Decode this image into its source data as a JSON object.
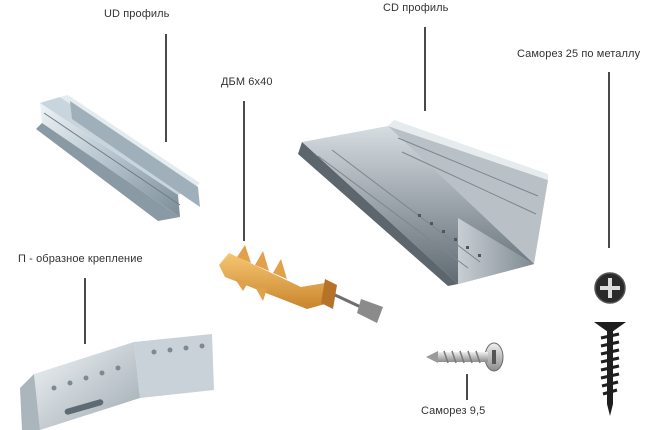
{
  "labels": {
    "ud_profile": "UD профиль",
    "cd_profile": "CD профиль",
    "screw_metal": "Саморез 25 по металлу",
    "dbm": "ДБМ 6х40",
    "p_bracket": "П - образное крепление",
    "screw_small": "Саморез 9,5"
  },
  "icons": [
    "ud-profile-icon",
    "cd-profile-icon",
    "dowel-icon",
    "p-bracket-icon",
    "drywall-screw-icon",
    "self-drilling-screw-icon"
  ],
  "colors": {
    "steel_light": "#dbe4ea",
    "steel_mid": "#a9b7c2",
    "steel_dark": "#6f7e8a",
    "dowel": "#e8a742",
    "screw_black": "#1e1e1e"
  }
}
